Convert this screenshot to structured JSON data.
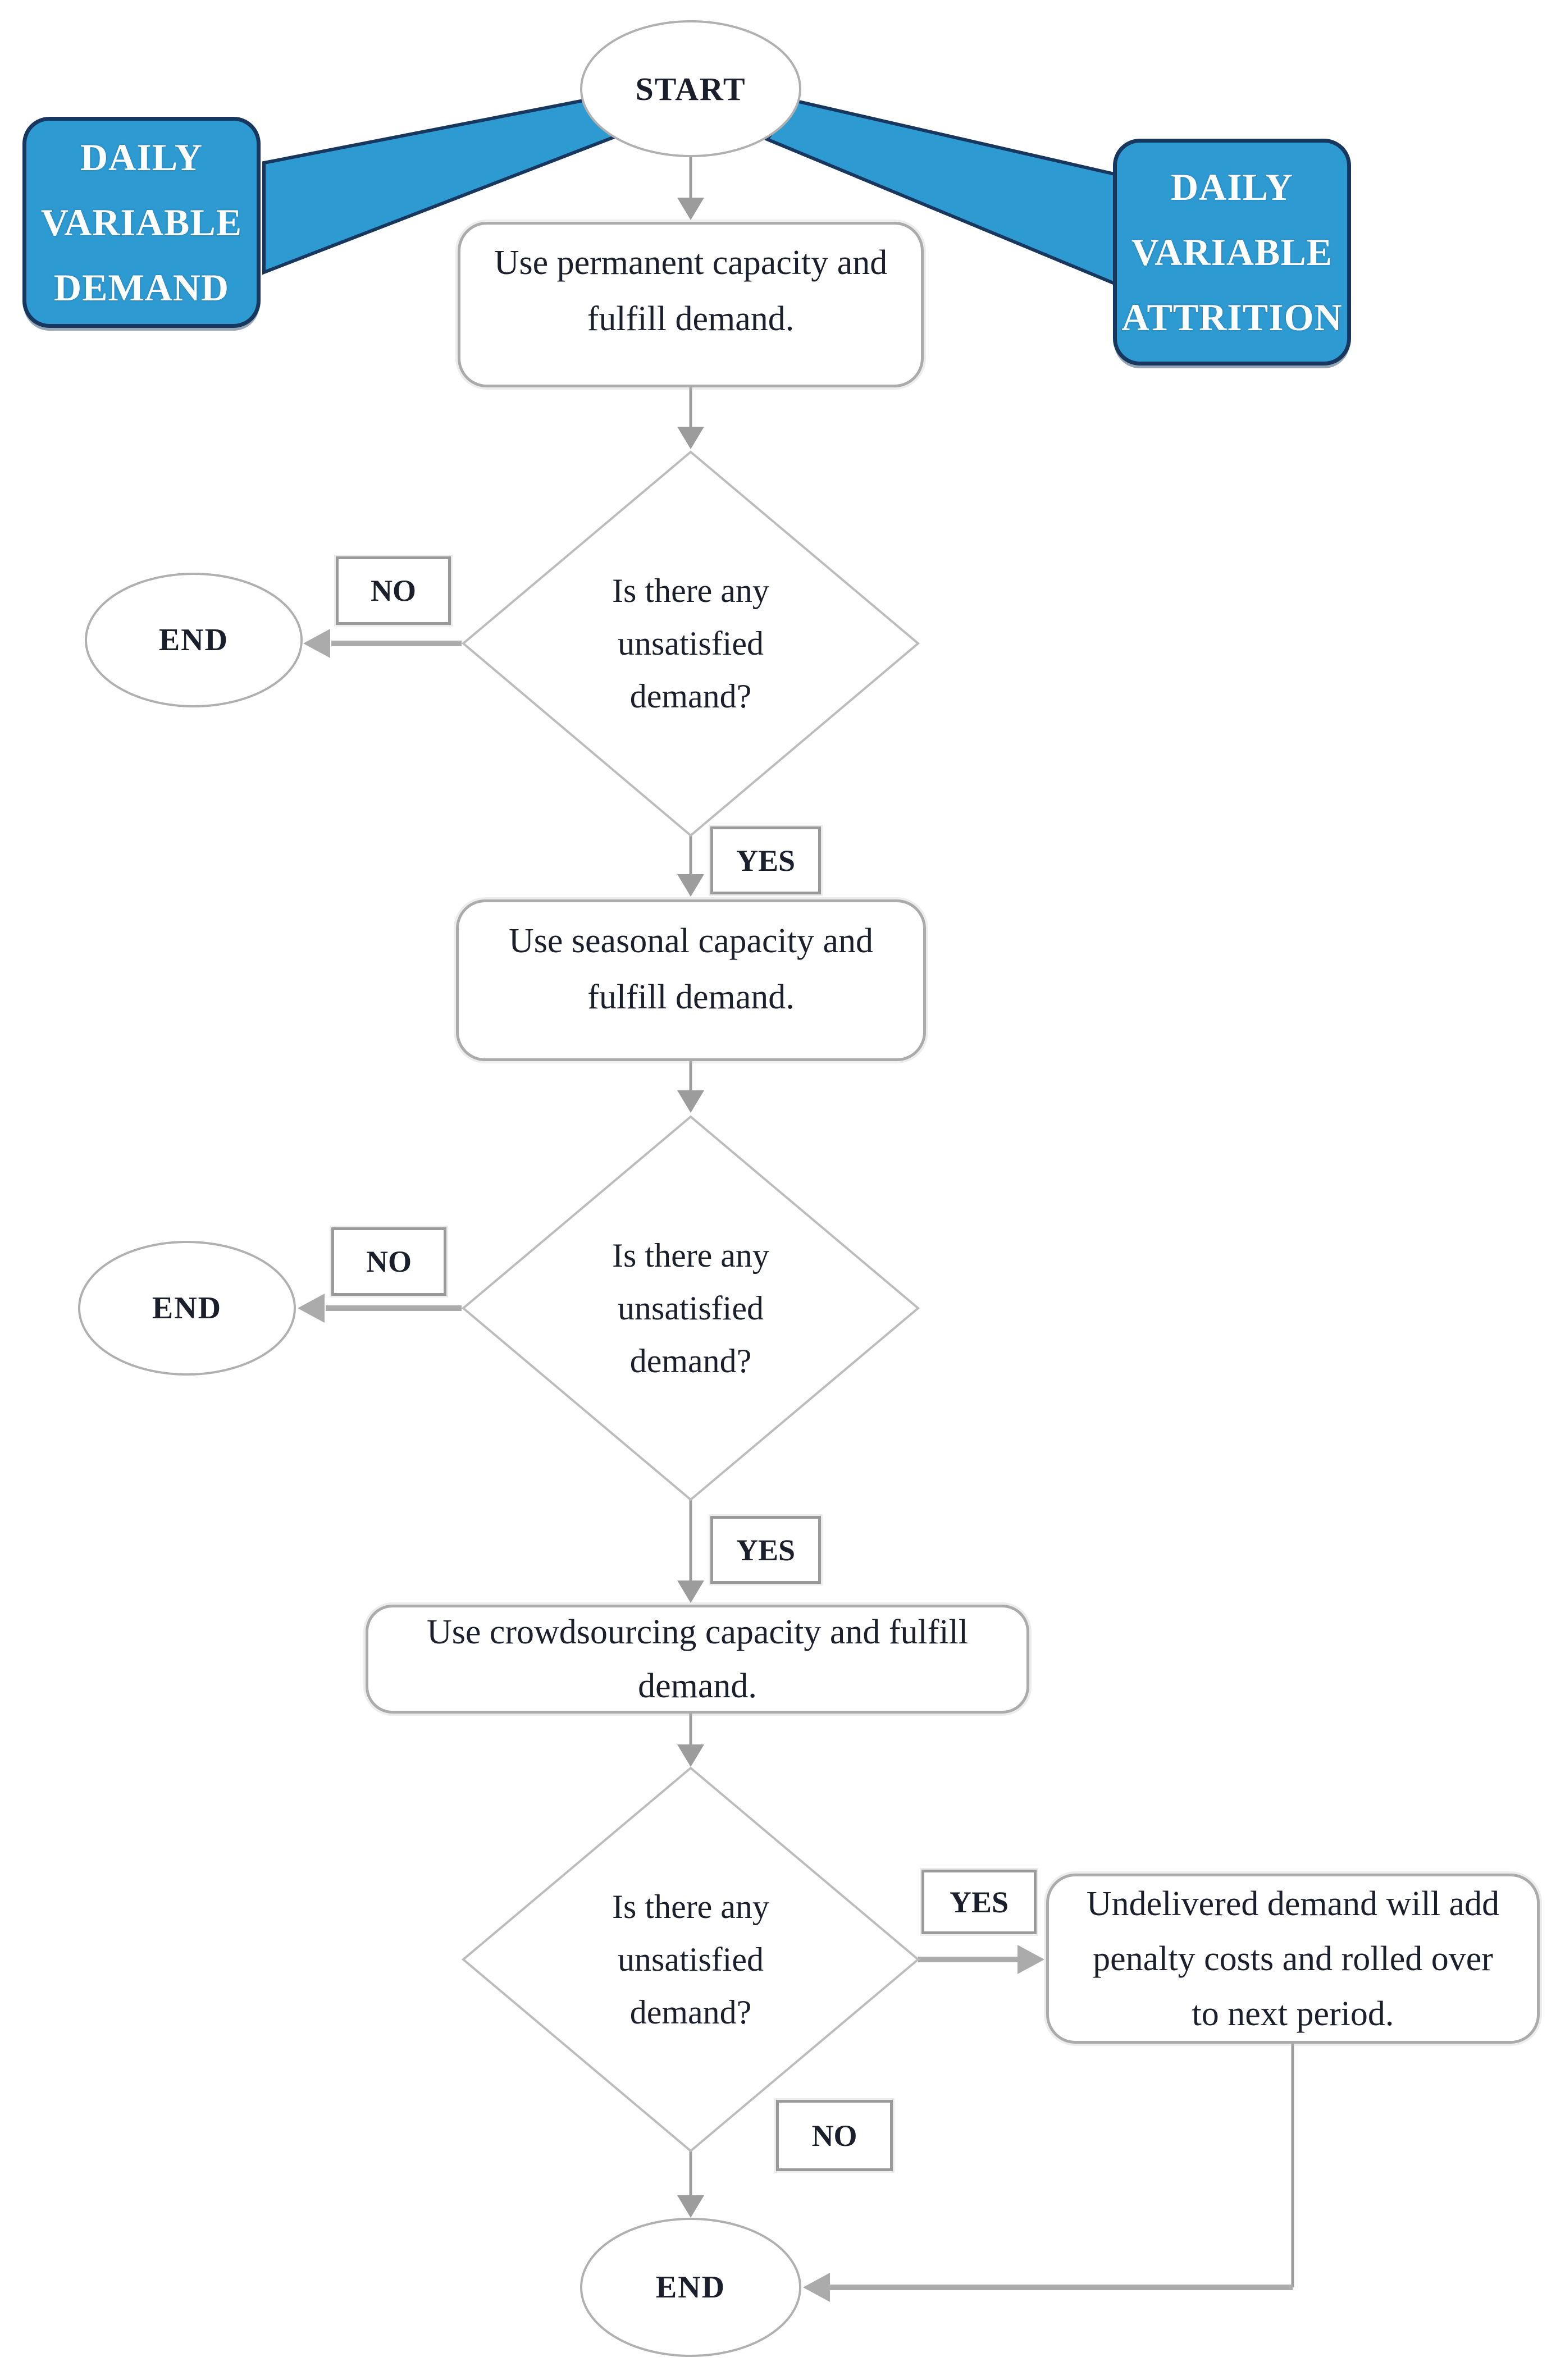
{
  "colors": {
    "callout_fill": "#2E9AD2",
    "callout_border": "#17375E",
    "callout_text": "#FFFFFF",
    "shape_border": "#B0B0B0",
    "connector_thin": "#9C9C9C",
    "connector_thick": "#ABABAB",
    "text": "#1A1F2B",
    "background": "#FFFFFF"
  },
  "nodes": {
    "start": {
      "label": "START"
    },
    "callout_demand": {
      "label": "DAILY\nVARIABLE\nDEMAND"
    },
    "callout_attrition": {
      "label": "DAILY\nVARIABLE\nATTRITION"
    },
    "process_permanent": {
      "label": "Use permanent capacity and\nfulfill demand."
    },
    "decision_permanent": {
      "label": "Is there any\nunsatisfied\ndemand?"
    },
    "no_permanent": {
      "label": "NO"
    },
    "end_permanent": {
      "label": "END"
    },
    "yes_permanent": {
      "label": "YES"
    },
    "process_seasonal": {
      "label": "Use seasonal capacity and\nfulfill demand."
    },
    "decision_seasonal": {
      "label": "Is there any\nunsatisfied\ndemand?"
    },
    "no_seasonal": {
      "label": "NO"
    },
    "end_seasonal": {
      "label": "END"
    },
    "yes_seasonal": {
      "label": "YES"
    },
    "process_crowdsourcing": {
      "label": "Use crowdsourcing capacity and fulfill\ndemand."
    },
    "decision_crowdsourcing": {
      "label": "Is there any\nunsatisfied\ndemand?"
    },
    "yes_crowdsourcing": {
      "label": "YES"
    },
    "process_penalty": {
      "label": "Undelivered demand will add\npenalty costs and rolled over\nto next period."
    },
    "no_crowdsourcing": {
      "label": "NO"
    },
    "end_final": {
      "label": "END"
    }
  }
}
